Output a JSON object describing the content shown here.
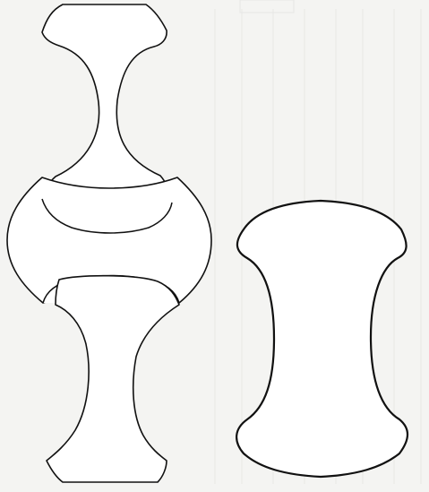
{
  "figure": {
    "description_id": "tiling-shapes",
    "shapes": [
      "double-concave-tile-stack",
      "single-concave-tile"
    ]
  },
  "colors": {
    "paper": "#f4f4f2",
    "ink": "#111111",
    "bleed_through": "#9a9a98"
  }
}
